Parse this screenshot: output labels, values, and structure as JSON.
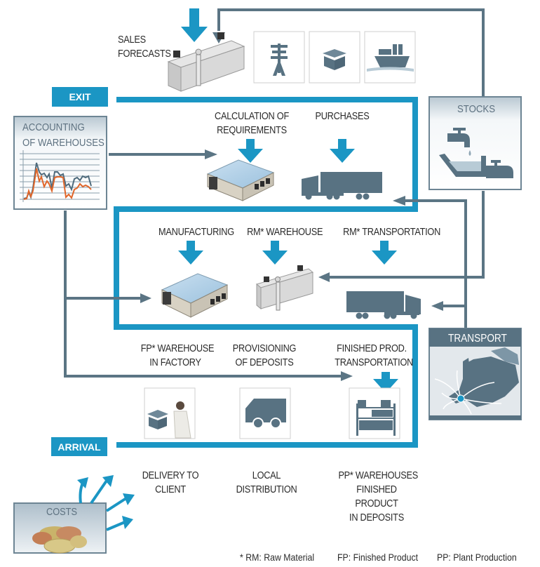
{
  "colors": {
    "flow_blue": "#1b96c4",
    "connector_slate": "#5b7584",
    "icon_slate": "#587282",
    "panel_border": "#6d8594",
    "chart_blue_line": "#4f6b7c",
    "chart_orange_line": "#e0662a"
  },
  "labels": {
    "sales_forecasts": [
      "SALES",
      "FORECASTS"
    ],
    "exit": "EXIT",
    "arrival": "ARRIVAL",
    "accounting": [
      "ACCOUNTING",
      "OF WAREHOUSES"
    ],
    "stocks": "STOCKS",
    "transport": "TRANSPORT",
    "costs": "COSTS",
    "calculation": [
      "CALCULATION OF",
      "REQUIREMENTS"
    ],
    "purchases": "PURCHASES",
    "manufacturing": "MANUFACTURING",
    "rm_warehouse": "RM* WAREHOUSE",
    "rm_transportation": "RM* TRANSPORTATION",
    "fp_warehouse": [
      "FP* WAREHOUSE",
      "IN FACTORY"
    ],
    "provisioning": [
      "PROVISIONING",
      "OF DEPOSITS"
    ],
    "finished_transport": [
      "FINISHED PROD.",
      "TRANSPORTATION"
    ],
    "delivery": [
      "DELIVERY TO",
      "CLIENT"
    ],
    "local_distribution": [
      "LOCAL",
      "DISTRIBUTION"
    ],
    "pp_warehouses": [
      "PP* WAREHOUSES",
      "FINISHED",
      "PRODUCT",
      "IN DEPOSITS"
    ]
  },
  "footnotes": {
    "rm": "* RM: Raw Material",
    "fp": "FP: Finished Product",
    "pp": "PP: Plant Production"
  },
  "icons": {
    "top_row": [
      "power-pylon-icon",
      "open-box-icon",
      "cargo-ship-icon"
    ],
    "bottom_row": [
      "worker-with-box-icon",
      "delivery-van-icon",
      "warehouse-shelf-icon"
    ]
  }
}
